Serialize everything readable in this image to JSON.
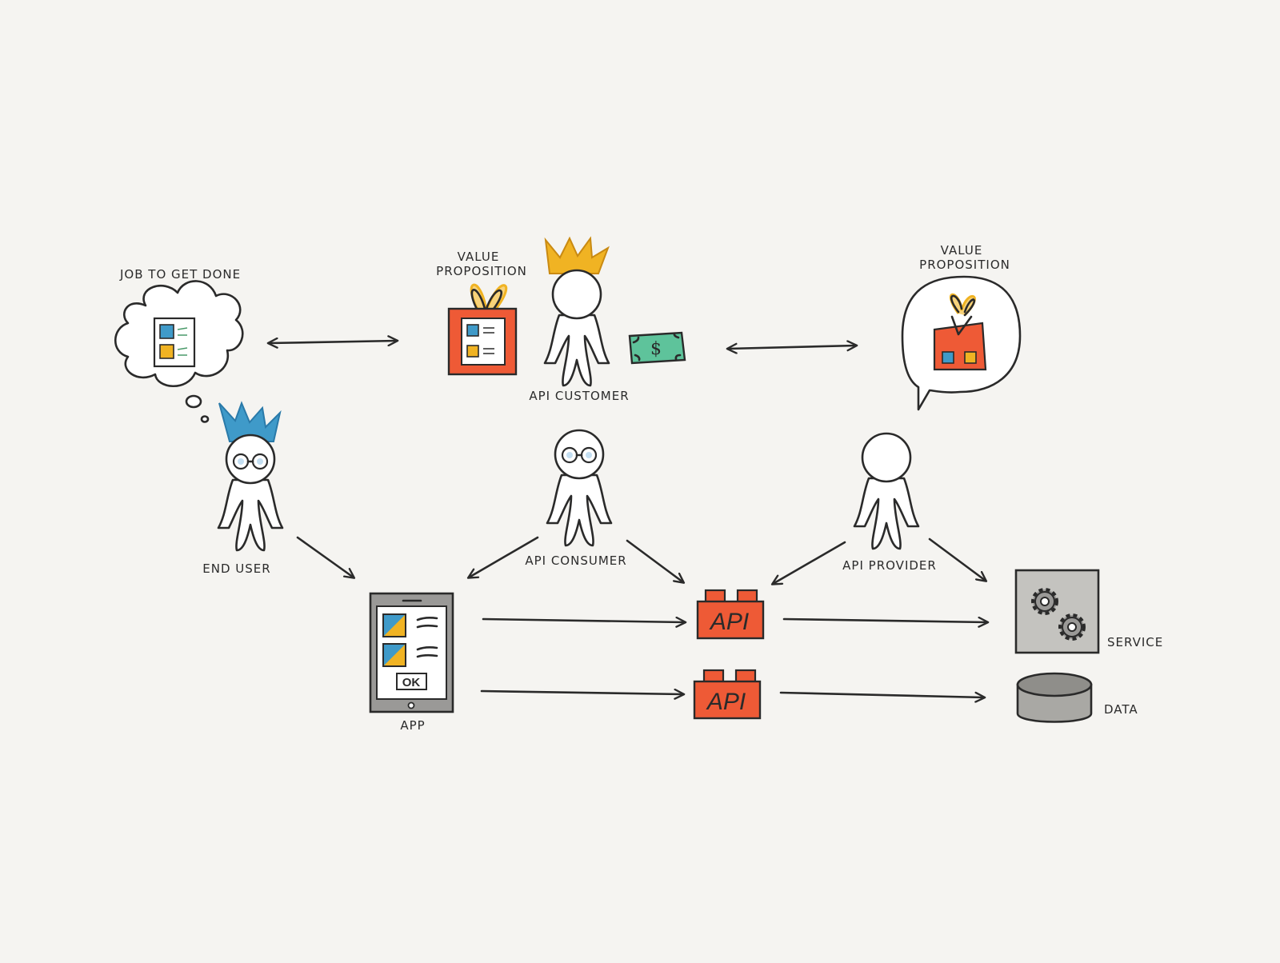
{
  "labels": {
    "job_to_get_done": "JOB TO GET DONE",
    "value_proposition_left_line1": "VALUE",
    "value_proposition_left_line2": "PROPOSITION",
    "api_customer": "API CUSTOMER",
    "value_proposition_right_line1": "VALUE",
    "value_proposition_right_line2": "PROPOSITION",
    "end_user": "END USER",
    "api_consumer": "API CONSUMER",
    "api_provider": "API PROVIDER",
    "app": "APP",
    "service": "SERVICE",
    "data": "DATA"
  },
  "blocks": {
    "api_top": "API",
    "api_bottom": "API"
  },
  "app_screen": {
    "ok_button": "OK"
  },
  "money": {
    "symbol": "$"
  },
  "colors": {
    "background": "#f5f4f1",
    "crown_gold": "#f0b323",
    "crown_blue": "#3f9ac9",
    "api_red": "#ee5a36",
    "gift_red": "#ee5a36",
    "money_green": "#5ec39b",
    "tile_blue": "#3f9ac9",
    "tile_yellow": "#f0b323",
    "gear_gray": "#9a9997",
    "database_gray": "#a9a8a4",
    "glasses_blue": "#9cc9ea",
    "ink": "#2a2a2a"
  }
}
